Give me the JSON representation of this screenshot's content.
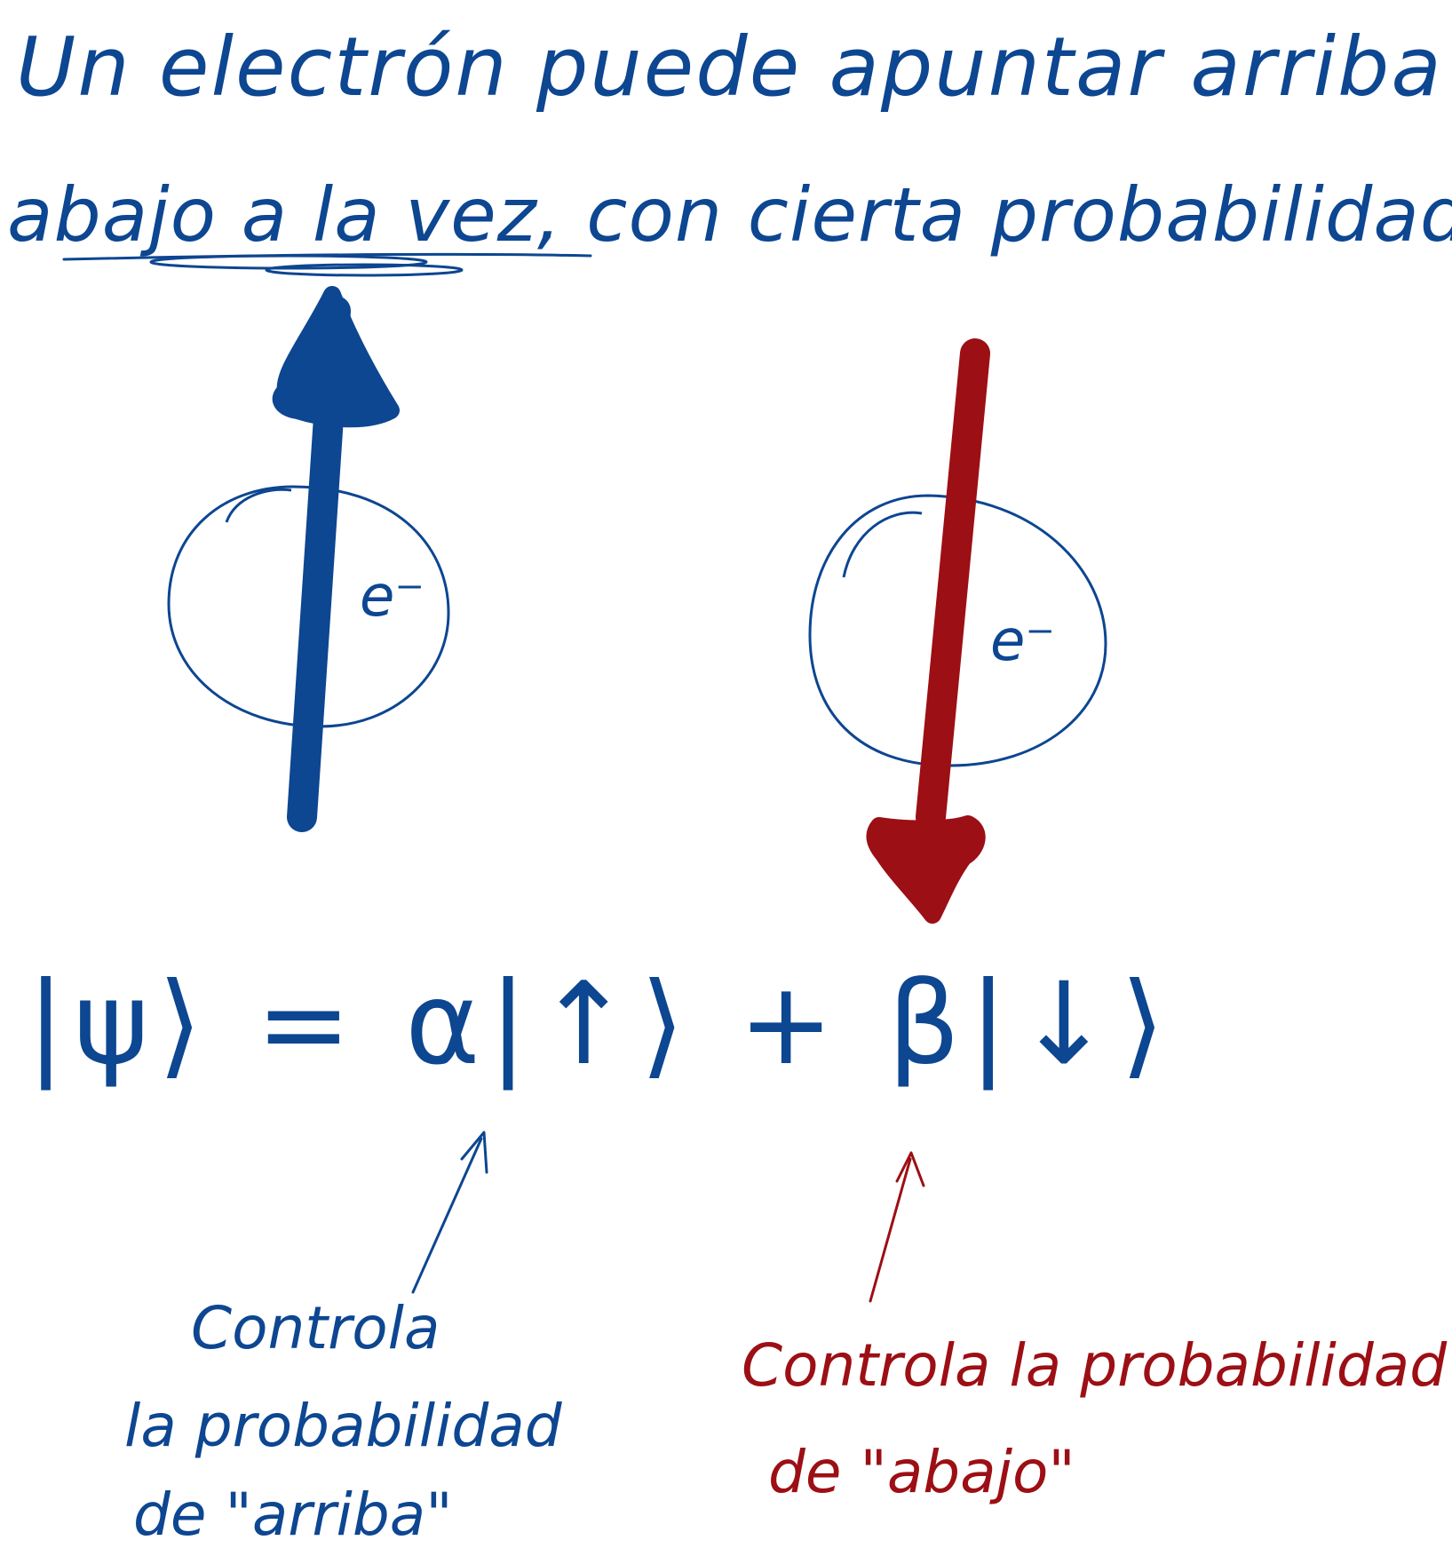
{
  "title": {
    "line1": "Un electrón puede apuntar arriba y",
    "line2_underlined": "abajo a la vez,",
    "line2_rest": "con cierta probabilidad"
  },
  "left_electron": {
    "label": "e⁻",
    "arrow_direction": "up",
    "color": "#0d4691"
  },
  "right_electron": {
    "label": "e⁻",
    "arrow_direction": "down",
    "color": "#9c0f14"
  },
  "equation": "|ψ⟩ = α|↑⟩ + β|↓⟩",
  "annotation_alpha": {
    "line1": "Controla",
    "line2": "la probabilidad",
    "line3": "de \"arriba\"",
    "color": "#0d4691"
  },
  "annotation_beta": {
    "line1": "Controla la probabilidad",
    "line2": "de \"abajo\"",
    "color": "#9c0f14"
  }
}
